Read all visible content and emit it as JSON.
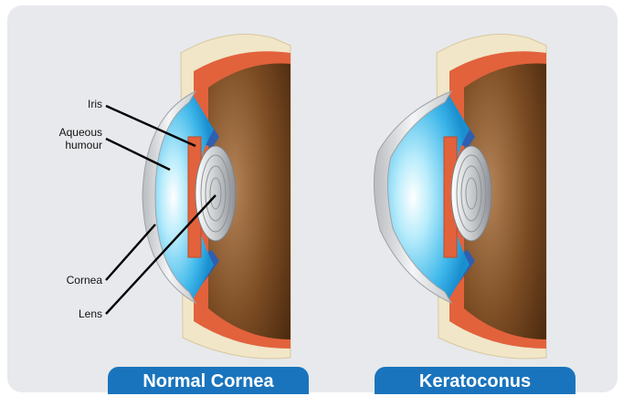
{
  "labels": {
    "iris": "Iris",
    "aqueous": "Aqueous humour",
    "cornea": "Cornea",
    "lens": "Lens"
  },
  "captions": {
    "left": "Normal Cornea",
    "right": "Keratoconus"
  },
  "colors": {
    "panel": "#e7e9ec",
    "banner": "#1a74bd",
    "eyeball": "#7a4a22",
    "aqueous": "#5ec8ef",
    "iris": "#e2623c",
    "sclera": "#f1e6c8"
  }
}
